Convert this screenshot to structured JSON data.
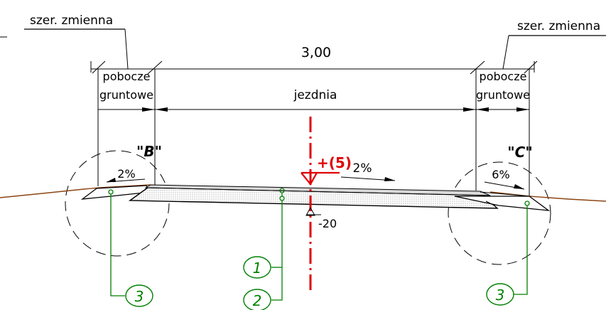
{
  "labels": {
    "width_variable": "szer. zmienna",
    "dimension_total": "3,00",
    "shoulder_line1": "pobocze",
    "shoulder_line2": "gruntowe",
    "roadway": "jezdnia",
    "detail_b": "\"B\"",
    "detail_c": "\"C\"",
    "level_mark": "+(5)",
    "slope_left_shoulder": "2%",
    "slope_roadway": "2%",
    "slope_right_shoulder": "6%",
    "elevation": "-20",
    "callout_1": "1",
    "callout_2": "2",
    "callout_3": "3"
  },
  "colors": {
    "linework": "#000000",
    "terrain": "#8b4513",
    "callouts": "#008000",
    "axis": "#e00000",
    "hatch": "#b8b8b8"
  }
}
